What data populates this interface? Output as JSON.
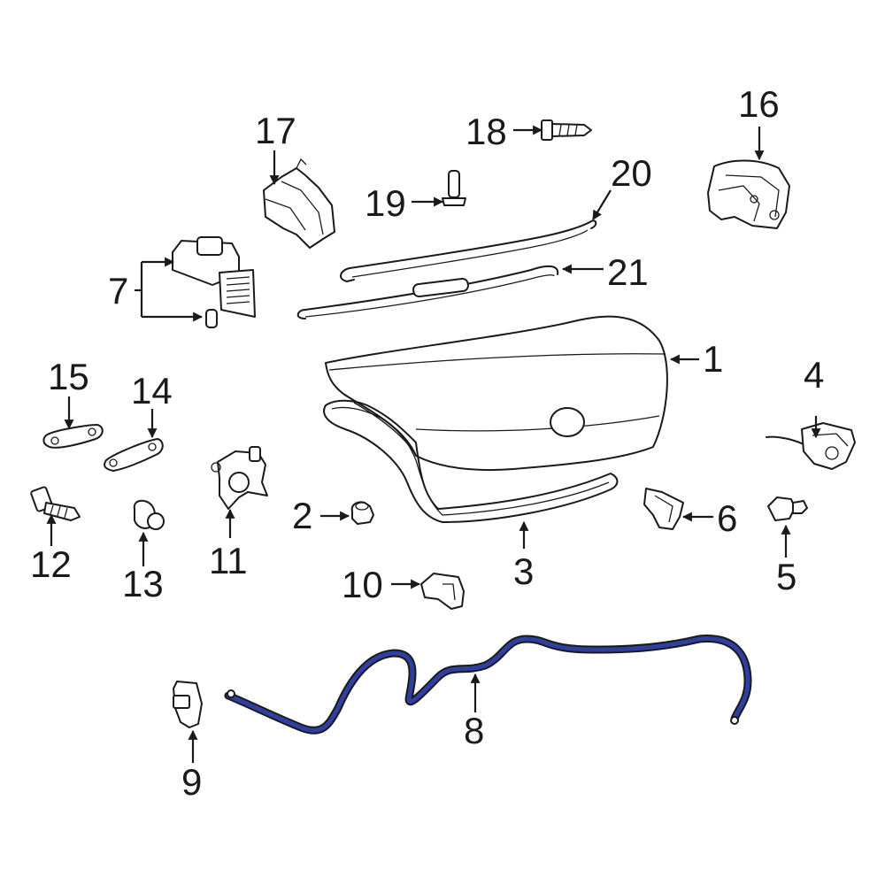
{
  "callouts": {
    "c1": "1",
    "c2": "2",
    "c3": "3",
    "c4": "4",
    "c5": "5",
    "c6": "6",
    "c7": "7",
    "c8": "8",
    "c9": "9",
    "c10": "10",
    "c11": "11",
    "c12": "12",
    "c13": "13",
    "c14": "14",
    "c15": "15",
    "c16": "16",
    "c17": "17",
    "c18": "18",
    "c19": "19",
    "c20": "20",
    "c21": "21"
  },
  "colors": {
    "line": "#1a1a1a",
    "highlight": "#2f3f9f",
    "background": "#ffffff"
  },
  "highlighted_part": "8"
}
